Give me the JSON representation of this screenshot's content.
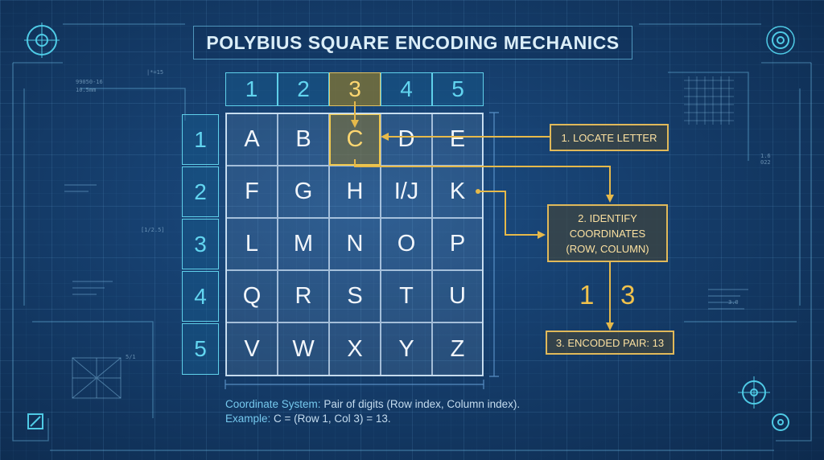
{
  "title": "POLYBIUS SQUARE ENCODING MECHANICS",
  "column_headers": [
    "1",
    "2",
    "3",
    "4",
    "5"
  ],
  "row_headers": [
    "1",
    "2",
    "3",
    "4",
    "5"
  ],
  "grid": [
    [
      "A",
      "B",
      "C",
      "D",
      "E"
    ],
    [
      "F",
      "G",
      "H",
      "I/J",
      "K"
    ],
    [
      "L",
      "M",
      "N",
      "O",
      "P"
    ],
    [
      "Q",
      "R",
      "S",
      "T",
      "U"
    ],
    [
      "V",
      "W",
      "X",
      "Y",
      "Z"
    ]
  ],
  "highlight": {
    "letter": "C",
    "row": 1,
    "column": 3
  },
  "steps": [
    {
      "label": "1. LOCATE LETTER"
    },
    {
      "label_line1": "2. IDENTIFY",
      "label_line2": "COORDINATES",
      "label_line3": "(ROW, COLUMN)"
    },
    {
      "label": "3. ENCODED PAIR: 13"
    }
  ],
  "coordinate_digits": {
    "row": "1",
    "column": "3"
  },
  "caption": {
    "line1_key": "Coordinate System:",
    "line1_rest": " Pair of digits (Row index, Column index).",
    "line2_key": "Example:",
    "line2_rest": " C = (Row 1, Col 3) = 13."
  },
  "decor_labels": {
    "tl1": "|*=15",
    "tl2": "99050-16",
    "tl3": "10.5mm",
    "left_mid": "[1/2.5]",
    "right_a": "1.6",
    "right_b": "022",
    "right_c": "3.0",
    "left_low": "5/1"
  },
  "colors": {
    "accent_cyan": "#5fd0ea",
    "accent_gold": "#f0c84e",
    "arrow_gold": "#e6b94a",
    "background": "#153d6b"
  }
}
